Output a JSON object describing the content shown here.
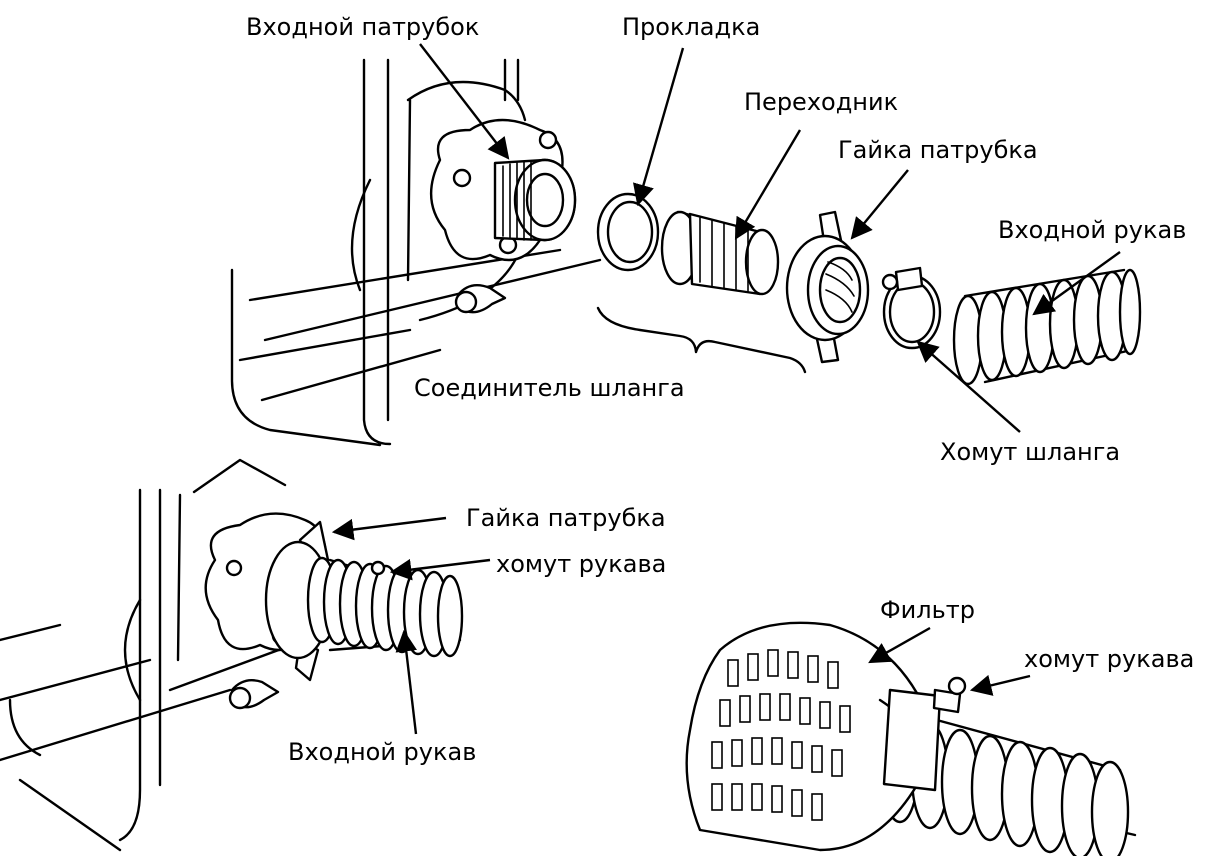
{
  "labels": {
    "inlet_fitting": "Входной патрубок",
    "gasket": "Прокладка",
    "adapter": "Переходник",
    "fitting_nut_top": "Гайка патрубка",
    "inlet_hose_top": "Входной рукав",
    "hose_connector": "Соединитель шланга",
    "hose_clamp_top": "Хомут шланга",
    "fitting_nut_bottom": "Гайка патрубка",
    "hose_clamp_bottom": "хомут рукава",
    "inlet_hose_bottom": "Входной рукав",
    "strainer": "Фильтр",
    "strainer_clamp": "хомут рукава"
  },
  "colors": {
    "ink": "#000000",
    "paper": "#ffffff"
  }
}
